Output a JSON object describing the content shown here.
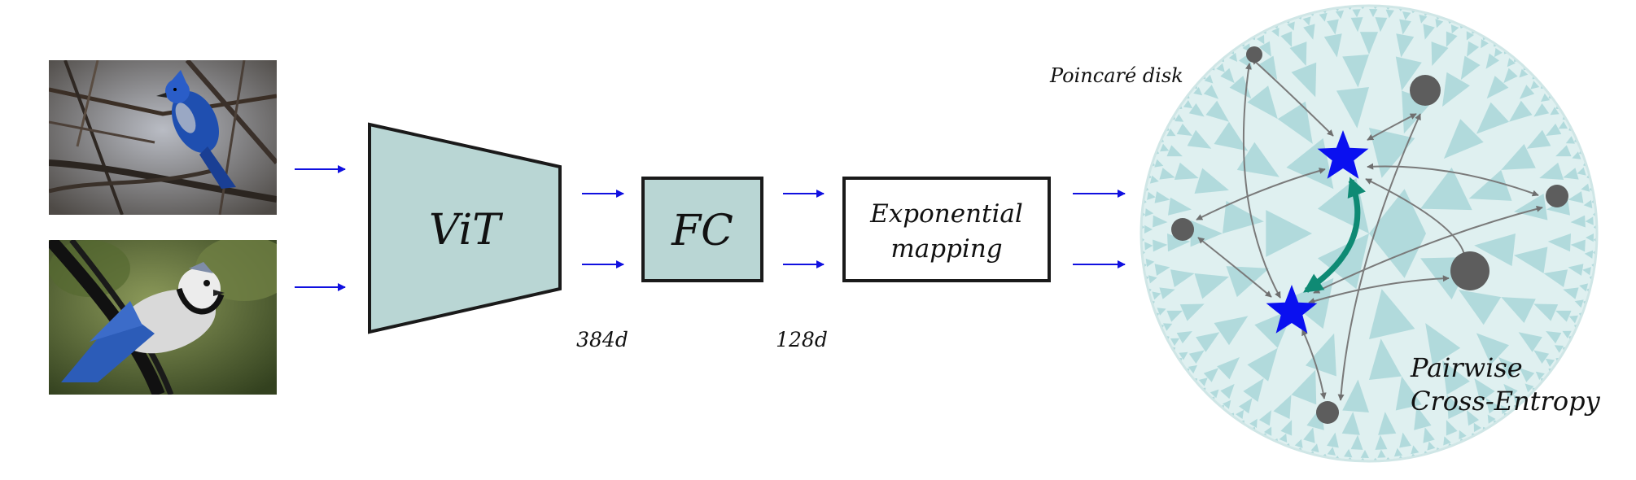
{
  "blocks": {
    "vit": "ViT",
    "fc": "FC",
    "exp_line1": "Exponential",
    "exp_line2": "mapping"
  },
  "dims": {
    "vit_out": "384d",
    "fc_out": "128d"
  },
  "disk": {
    "title": "Poincaré disk",
    "loss_line1": "Pairwise",
    "loss_line2": "Cross-Entropy"
  },
  "images": {
    "top": "blue-jay-on-branch-photo",
    "bottom": "blue-jay-closeup-photo"
  },
  "colors": {
    "block_fill": "#b9d6d4",
    "arrow_blue": "#1010e0",
    "star_blue": "#0a10f0",
    "positive_pair": "#0f8a74",
    "node_gray": "#5d5d5d",
    "edge_gray": "#7a7a7a",
    "tiling_light": "#dff0f0",
    "tiling_dark": "#a9d6d8"
  }
}
